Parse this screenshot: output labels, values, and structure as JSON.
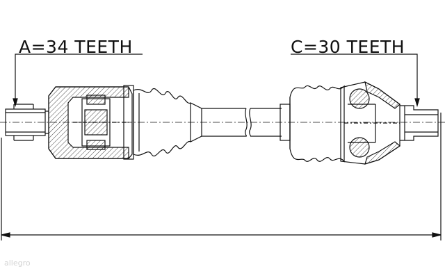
{
  "labels": {
    "a_teeth": "A=34 TEETH",
    "c_teeth": "C=30 TEETH"
  },
  "watermark": "allegro",
  "colors": {
    "line": "#111111",
    "background": "#ffffff"
  }
}
